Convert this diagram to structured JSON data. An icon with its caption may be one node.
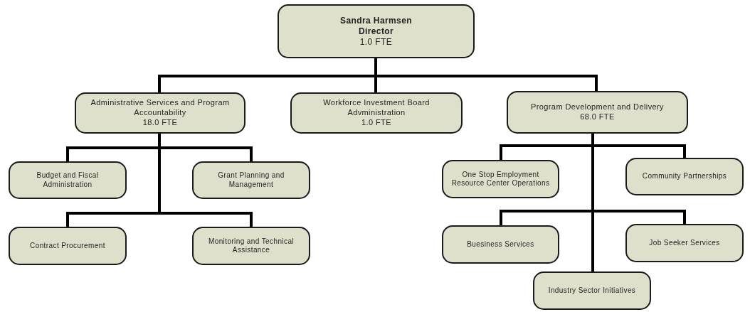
{
  "diagram": {
    "nodes": [
      {
        "text": [
          "Sandra Harmsen",
          "Director",
          "1.0 FTE"
        ]
      },
      {
        "text": [
          "Administrative Services and Program Accountability",
          "18.0 FTE"
        ]
      },
      {
        "text": [
          "Workforce Investment Board Advministration",
          "1.0 FTE"
        ]
      },
      {
        "text": [
          "Program Development and Delivery",
          "68.0 FTE"
        ]
      },
      {
        "text": [
          "Budget and Fiscal Administration"
        ]
      },
      {
        "text": [
          "Grant Planning and Management"
        ]
      },
      {
        "text": [
          "Contract Procurement"
        ]
      },
      {
        "text": [
          "Monitoring and Technical Assistance"
        ]
      },
      {
        "text": [
          "One Stop Employment Resource Center Operations"
        ]
      },
      {
        "text": [
          "Community Partnerships"
        ]
      },
      {
        "text": [
          "Buesiness Services"
        ]
      },
      {
        "text": [
          "Job Seeker Services"
        ]
      },
      {
        "text": [
          "Industry Sector Initiatives"
        ]
      }
    ],
    "edges": [
      {
        "from": 0,
        "to": 1,
        "arrow": "none"
      },
      {
        "from": 0,
        "to": 2,
        "arrow": "none"
      },
      {
        "from": 0,
        "to": 3,
        "arrow": "none"
      },
      {
        "from": 1,
        "to": 4,
        "arrow": "none"
      },
      {
        "from": 1,
        "to": 5,
        "arrow": "none"
      },
      {
        "from": 1,
        "to": 6,
        "arrow": "none"
      },
      {
        "from": 1,
        "to": 7,
        "arrow": "none"
      },
      {
        "from": 3,
        "to": 8,
        "arrow": "none"
      },
      {
        "from": 3,
        "to": 9,
        "arrow": "none"
      },
      {
        "from": 3,
        "to": 10,
        "arrow": "none"
      },
      {
        "from": 3,
        "to": 11,
        "arrow": "none"
      },
      {
        "from": 3,
        "to": 12,
        "arrow": "none"
      }
    ]
  }
}
